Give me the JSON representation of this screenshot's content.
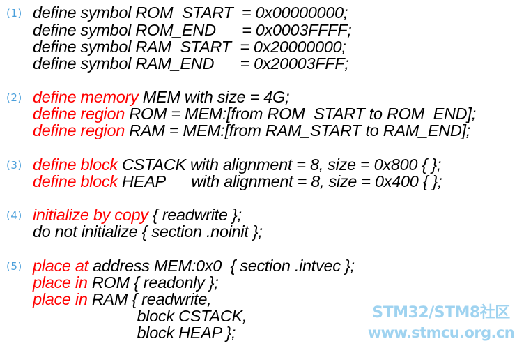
{
  "sections": [
    {
      "number": "(1)",
      "lines": [
        [
          {
            "t": "define symbol ROM_START  = 0x00000000;",
            "kw": false
          }
        ],
        [
          {
            "t": "define symbol ROM_END      = 0x0003FFFF;",
            "kw": false
          }
        ],
        [
          {
            "t": "define symbol RAM_START  = 0x20000000;",
            "kw": false
          }
        ],
        [
          {
            "t": "define symbol RAM_END      = 0x20003FFF;",
            "kw": false
          }
        ]
      ]
    },
    {
      "number": "(2)",
      "lines": [
        [
          {
            "t": "define memory",
            "kw": true
          },
          {
            "t": " MEM with size = 4G;",
            "kw": false
          }
        ],
        [
          {
            "t": "define region",
            "kw": true
          },
          {
            "t": " ROM = MEM:[from ROM_START to ROM_END];",
            "kw": false
          }
        ],
        [
          {
            "t": "define region",
            "kw": true
          },
          {
            "t": " RAM = MEM:[from RAM_START to RAM_END];",
            "kw": false
          }
        ]
      ]
    },
    {
      "number": "(3)",
      "lines": [
        [
          {
            "t": "define block",
            "kw": true
          },
          {
            "t": " CSTACK with alignment = 8, size = 0x800 { };",
            "kw": false
          }
        ],
        [
          {
            "t": "define block",
            "kw": true
          },
          {
            "t": " HEAP      with alignment = 8, size = 0x400 { };",
            "kw": false
          }
        ]
      ]
    },
    {
      "number": "(4)",
      "lines": [
        [
          {
            "t": "initialize by copy",
            "kw": true
          },
          {
            "t": " { readwrite };",
            "kw": false
          }
        ],
        [
          {
            "t": "do not initialize { section .noinit };",
            "kw": false
          }
        ]
      ]
    },
    {
      "number": "(5)",
      "lines": [
        [
          {
            "t": "place at",
            "kw": true
          },
          {
            "t": " address MEM:0x0  { section .intvec };",
            "kw": false
          }
        ],
        [
          {
            "t": "place in",
            "kw": true
          },
          {
            "t": " ROM { readonly };",
            "kw": false
          }
        ],
        [
          {
            "t": "place in",
            "kw": true
          },
          {
            "t": " RAM { readwrite,",
            "kw": false
          }
        ],
        [
          {
            "t": "                        block CSTACK,",
            "kw": false
          }
        ],
        [
          {
            "t": "                        block HEAP };",
            "kw": false
          }
        ]
      ]
    }
  ],
  "watermark": {
    "title": "STM32/STM8社区",
    "url": "www.stmcu.org.cn"
  },
  "colors": {
    "keyword": "#ff0000",
    "text": "#000000",
    "section_number": "#4a9fdb",
    "watermark": "#9fd3f0"
  }
}
